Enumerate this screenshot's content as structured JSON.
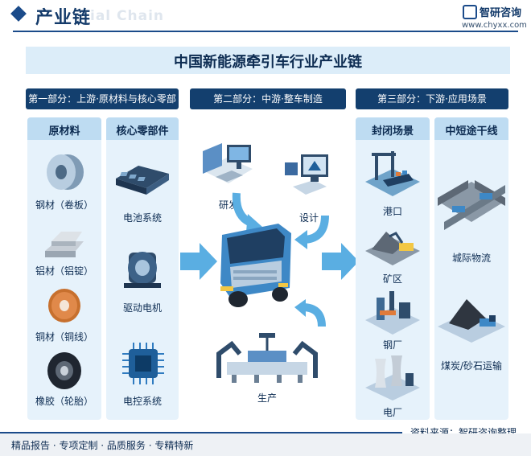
{
  "header": {
    "title": "产业链",
    "watermark": "ial Chain",
    "logo_name": "智研咨询",
    "logo_url": "www.chyxx.com"
  },
  "diagram_title": "中国新能源牵引车行业产业链",
  "parts": [
    {
      "label": "第一部分：上游·原材料与核心零部件"
    },
    {
      "label": "第二部分：中游·整车制造"
    },
    {
      "label": "第三部分：下游·应用场景"
    }
  ],
  "upstream": {
    "materials": {
      "heading": "原材料",
      "items": [
        "钢材（卷板）",
        "铝材（铝锭）",
        "铜材（铜线）",
        "橡胶（轮胎）"
      ]
    },
    "components": {
      "heading": "核心零部件",
      "items": [
        "电池系统",
        "驱动电机",
        "电控系统"
      ]
    }
  },
  "midstream": {
    "stages": [
      "研发",
      "设计",
      "生产"
    ]
  },
  "downstream": {
    "closed": {
      "heading": "封闭场景",
      "items": [
        "港口",
        "矿区",
        "钢厂",
        "电厂"
      ]
    },
    "trunk": {
      "heading": "中短途干线",
      "items": [
        "城际物流",
        "煤炭/砂石运输"
      ]
    }
  },
  "colors": {
    "navy": "#133f6e",
    "panel": "#e6f2fb",
    "arrow": "#5aaee2"
  },
  "footer": {
    "left": "精品报告 · 专项定制 · 品质服务 · 专精特新",
    "source": "资料来源：智研咨询整理"
  }
}
